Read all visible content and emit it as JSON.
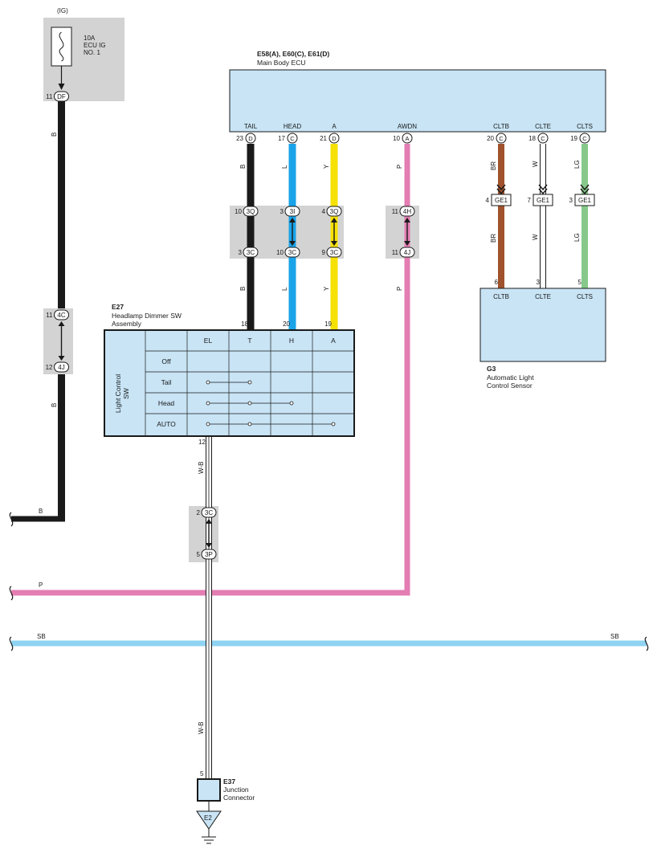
{
  "colors": {
    "black": "#1a1a1a",
    "blue": "#1aa3e8",
    "yellow": "#f6e104",
    "pink": "#e37db2",
    "brown": "#a0522d",
    "green": "#86c98a",
    "skyblue": "#8fd3f2",
    "ecu_fill": "#c8e4f5",
    "junction_fill": "#d3d3d3"
  },
  "fuse": {
    "supply": "(IG)",
    "rating": "10A",
    "name_line1": "ECU IG",
    "name_line2": "NO. 1",
    "out_pin": "11",
    "out_conn": "DF"
  },
  "ecu": {
    "title": "E58(A), E60(C), E61(D)",
    "name": "Main Body ECU",
    "pins": [
      {
        "label": "TAIL",
        "num": "23",
        "conn": "D"
      },
      {
        "label": "HEAD",
        "num": "17",
        "conn": "C"
      },
      {
        "label": "A",
        "num": "21",
        "conn": "D"
      },
      {
        "label": "AWDN",
        "num": "10",
        "conn": "A"
      },
      {
        "label": "CLTB",
        "num": "20",
        "conn": "C"
      },
      {
        "label": "CLTE",
        "num": "18",
        "conn": "C"
      },
      {
        "label": "CLTS",
        "num": "19",
        "conn": "C"
      }
    ]
  },
  "wire_labels": {
    "b": "B",
    "l": "L",
    "y": "Y",
    "p": "P",
    "br": "BR",
    "w": "W",
    "lg": "LG",
    "wb": "W-B",
    "sb": "SB"
  },
  "junctions": {
    "j1": [
      {
        "pin": "11",
        "conn": "4C"
      },
      {
        "pin": "12",
        "conn": "4J"
      }
    ],
    "j2_top": [
      {
        "pin": "10",
        "conn": "3Q"
      },
      {
        "pin": "3",
        "conn": "3I"
      },
      {
        "pin": "4",
        "conn": "3Q"
      }
    ],
    "j2_bottom": [
      {
        "pin": "3",
        "conn": "3C"
      },
      {
        "pin": "10",
        "conn": "3C"
      },
      {
        "pin": "9",
        "conn": "3C"
      }
    ],
    "j3": [
      {
        "pin": "11",
        "conn": "4H"
      },
      {
        "pin": "11",
        "conn": "4J"
      }
    ],
    "j4": [
      {
        "pin": "2",
        "conn": "3C"
      },
      {
        "pin": "5",
        "conn": "3P"
      }
    ]
  },
  "ge1": [
    {
      "pin": "4",
      "conn": "GE1"
    },
    {
      "pin": "7",
      "conn": "GE1"
    },
    {
      "pin": "3",
      "conn": "GE1"
    }
  ],
  "sensor": {
    "code": "G3",
    "name_line1": "Automatic Light",
    "name_line2": "Control Sensor",
    "pins": [
      {
        "num": "6",
        "label": "CLTB"
      },
      {
        "num": "3",
        "label": "CLTE"
      },
      {
        "num": "5",
        "label": "CLTS"
      }
    ]
  },
  "dimmer": {
    "code": "E27",
    "name_line1": "Headlamp Dimmer SW",
    "name_line2": "Assembly",
    "side_label_line1": "Light Control",
    "side_label_line2": "SW",
    "columns": [
      "EL",
      "T",
      "H",
      "A"
    ],
    "rows": [
      "Off",
      "Tail",
      "Head",
      "AUTO"
    ],
    "top_pins": [
      "18",
      "20",
      "19"
    ],
    "bottom_pin": "12"
  },
  "junction_connector": {
    "code": "E37",
    "name_line1": "Junction",
    "name_line2": "Connector",
    "pin": "5",
    "ground": "E2"
  }
}
